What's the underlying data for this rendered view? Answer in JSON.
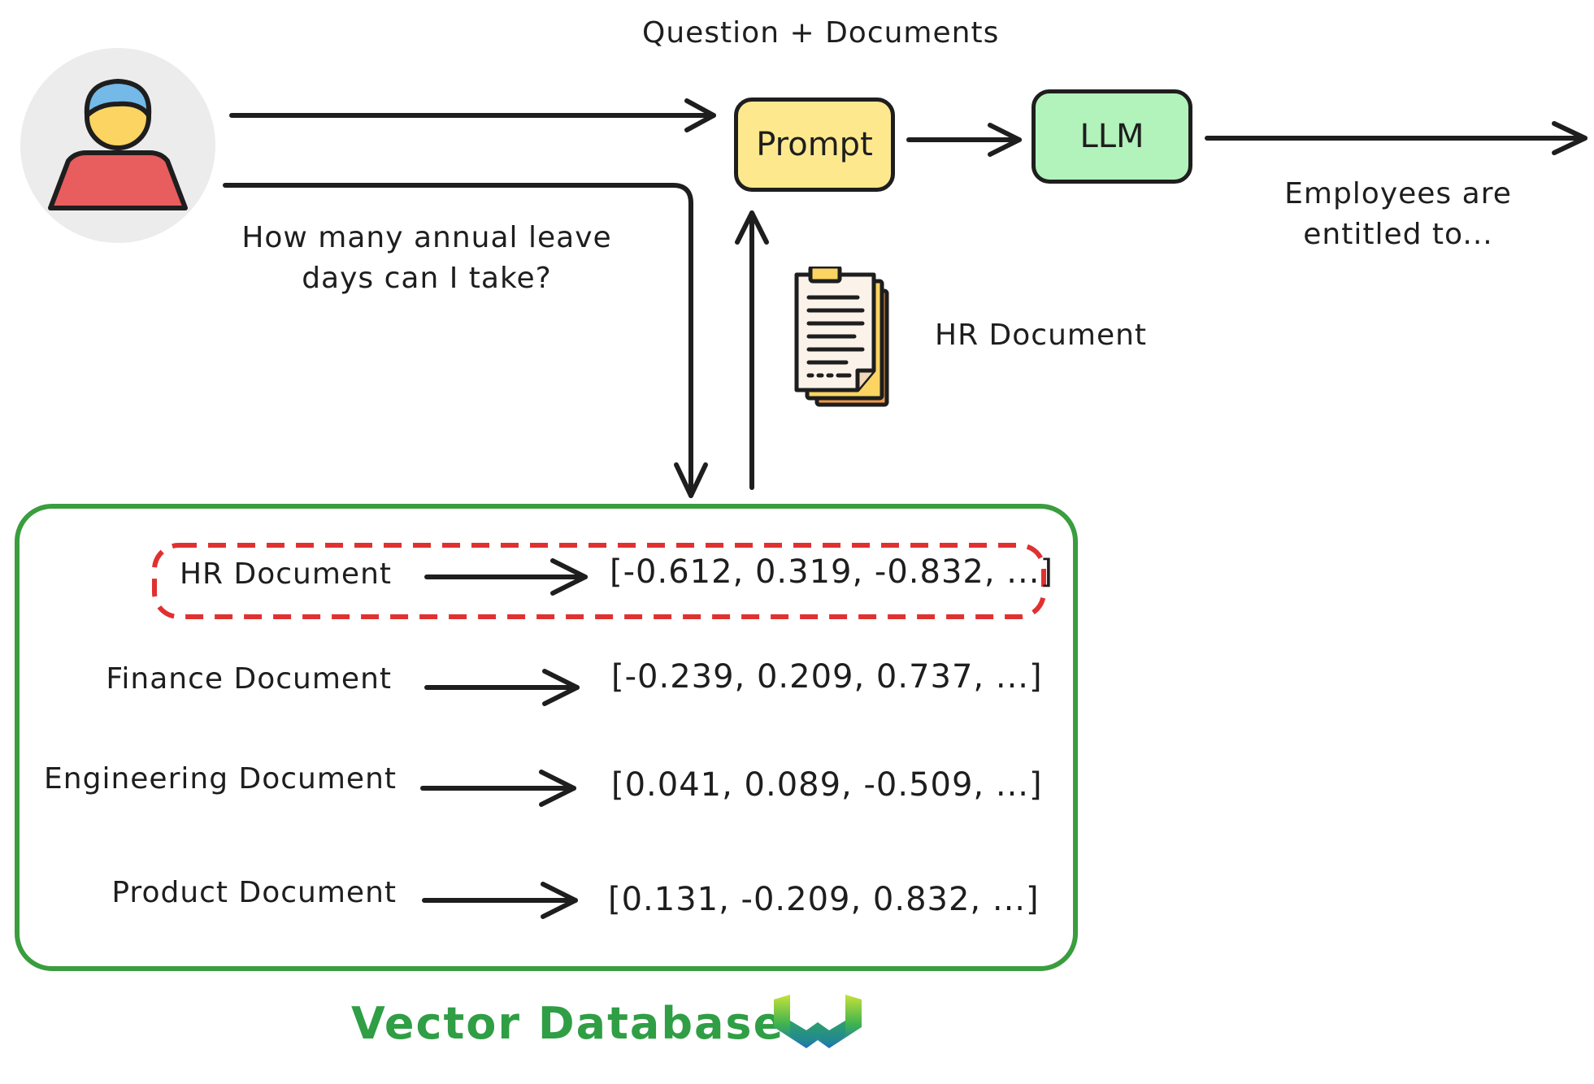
{
  "top_label": "Question + Documents",
  "question": [
    "How many annual leave",
    "days can I take?"
  ],
  "prompt_label": "Prompt",
  "llm_label": "LLM",
  "answer": [
    "Employees are",
    "entitled to..."
  ],
  "retrieved_doc_label": "HR Document",
  "database_title": "Vector Database",
  "entries": [
    {
      "document": "HR Document",
      "vector": "[-0.612, 0.319, -0.832, ...]",
      "highlighted": true
    },
    {
      "document": "Finance Document",
      "vector": "[-0.239, 0.209, 0.737, ...]",
      "highlighted": false
    },
    {
      "document": "Engineering Document",
      "vector": "[0.041, 0.089, -0.509, ...]",
      "highlighted": false
    },
    {
      "document": "Product Document",
      "vector": "[0.131, -0.209, 0.832, ...]",
      "highlighted": false
    }
  ],
  "colors": {
    "prompt_fill": "#fde88e",
    "llm_fill": "#b2f2bb",
    "database_border": "#3a9d3e",
    "highlight_dash": "#e03131",
    "user_shirt": "#e85d5d",
    "user_hair": "#74b9e8",
    "user_face": "#fcd462"
  },
  "icons": [
    "user-avatar-icon",
    "document-stack-icon",
    "weaviate-logo-icon"
  ]
}
